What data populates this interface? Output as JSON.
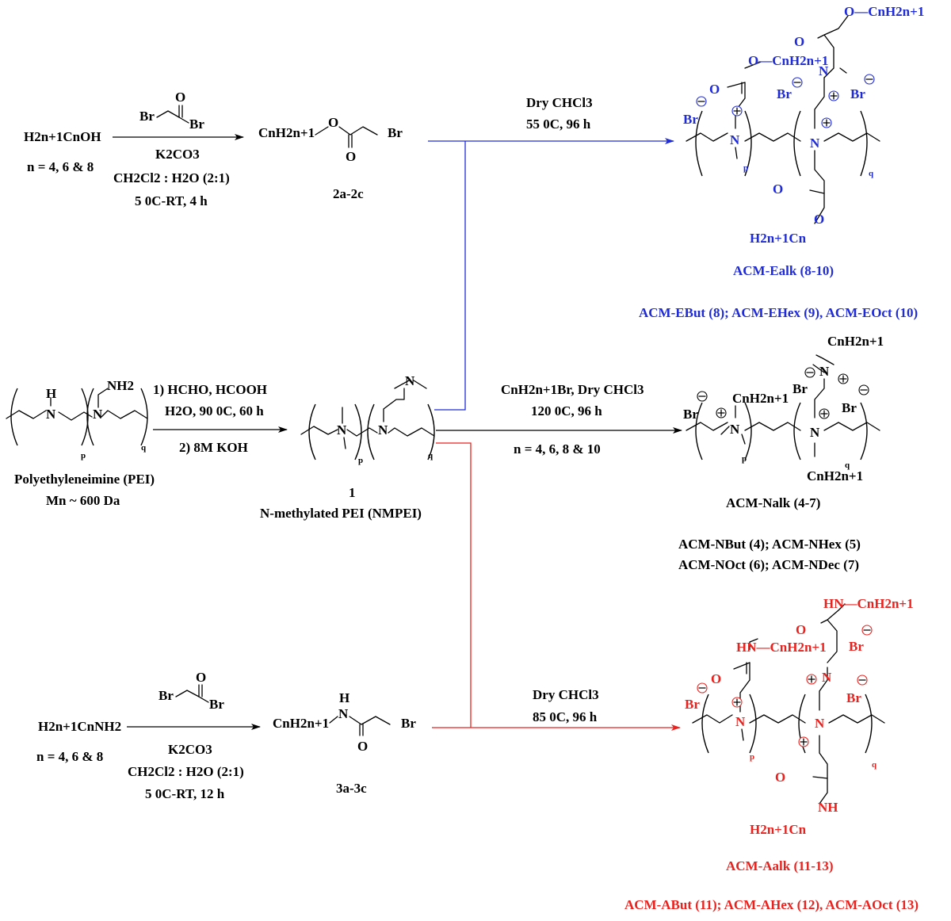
{
  "colors": {
    "ester": "#1f2bd6",
    "amine": "#000000",
    "amide": "#e8231f"
  },
  "top": {
    "alcohol": "H2n+1CnOH",
    "n_values": "n = 4, 6 & 8",
    "reagent_left": "Br",
    "reagent_O": "O",
    "reagent_right": "Br",
    "base": "K2CO3",
    "solvent": "CH2Cl2 : H2O (2:1)",
    "conditions": "5 0C-RT, 4 h",
    "product_chain": "CnH2n+1",
    "product_O_ester": "O",
    "product_O_carbonyl": "O",
    "product_Br": "Br",
    "product_label": "2a-2c",
    "step_solvent": "Dry CHCl3",
    "step_conditions": "55 0C, 96 h",
    "polymer_label": "ACM-Ealk (8-10)",
    "polymer_variants": "ACM-EBut (8); ACM-EHex (9), ACM-EOct (10)"
  },
  "middle": {
    "pei_H": "H",
    "pei_N1": "N",
    "pei_NH2": "NH2",
    "pei_N2": "N",
    "pei_p": "p",
    "pei_q": "q",
    "step1": "1) HCHO, HCOOH",
    "step1_conditions": "H2O, 90 0C, 60 h",
    "step2": "2) 8M KOH",
    "pei_name": "Polyethyleneimine (PEI)",
    "pei_mn": "Mn ~ 600 Da",
    "nmpei_N1": "N",
    "nmpei_N2": "N",
    "nmpei_N3": "N",
    "nmpei_p": "p",
    "nmpei_q": "q",
    "nmpei_number": "1",
    "nmpei_name": "N-methylated PEI (NMPEI)",
    "alkyl_reagent": "CnH2n+1Br,  Dry CHCl3",
    "alkyl_conditions": "120 0C, 96 h",
    "alkyl_n_values": "n = 4, 6, 8 & 10",
    "polymer_label": "ACM-Nalk (4-7)",
    "polymer_variants_1": "ACM-NBut (4); ACM-NHex (5)",
    "polymer_variants_2": "ACM-NOct (6); ACM-NDec (7)"
  },
  "bottom": {
    "amine": "H2n+1CnNH2",
    "n_values": "n = 4, 6 & 8",
    "reagent_left": "Br",
    "reagent_O": "O",
    "reagent_right": "Br",
    "base": "K2CO3",
    "solvent": "CH2Cl2 : H2O (2:1)",
    "conditions": "5 0C-RT, 12 h",
    "product_chain": "CnH2n+1",
    "product_H": "H",
    "product_N": "N",
    "product_O": "O",
    "product_Br": "Br",
    "product_label": "3a-3c",
    "step_solvent": "Dry CHCl3",
    "step_conditions": "85 0C, 96 h",
    "polymer_label": "ACM-Aalk (11-13)",
    "polymer_variants": "ACM-ABut (11); ACM-AHex (12), ACM-AOct (13)"
  },
  "structure": {
    "Br": "Br",
    "N": "N",
    "O": "O",
    "HN": "HN",
    "NH": "NH",
    "ester_chain_right": "O—CnH2n+1",
    "amide_chain_right": "HN—CnH2n+1",
    "alkyl_chain": "CnH2n+1",
    "chain_left": "H2n+1Cn",
    "p": "p",
    "q": "q"
  }
}
